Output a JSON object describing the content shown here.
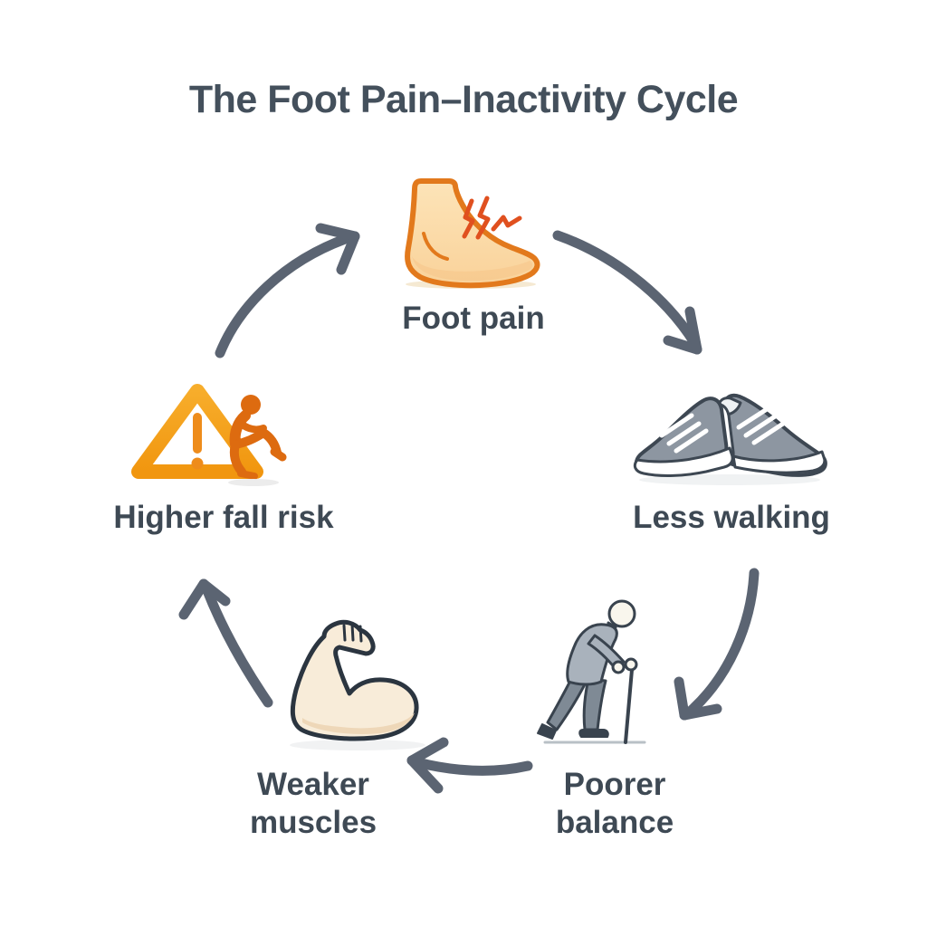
{
  "title": "The Foot Pain–Inactivity Cycle",
  "nodes": {
    "foot_pain": {
      "label": "Foot pain",
      "icon": "foot-icon"
    },
    "less_walking": {
      "label": "Less walking",
      "icon": "sneakers-icon"
    },
    "poorer_balance": {
      "label": "Poorer balance",
      "icon": "elderly-person-cane-icon"
    },
    "weaker_muscles": {
      "label": "Weaker muscles",
      "icon": "flexed-bicep-icon"
    },
    "higher_fall_risk": {
      "label": "Higher fall risk",
      "icon": "warning-fall-icon"
    }
  },
  "cycle_flow": [
    "Foot pain",
    "Less walking",
    "Poorer balance",
    "Weaker muscles",
    "Higher fall risk",
    "Foot pain"
  ],
  "colors": {
    "background": "#ffffff",
    "title_text": "#44505c",
    "label_text": "#3e4954",
    "arrow": "#5b6472",
    "foot_fill": "#fbdba6",
    "foot_shade": "#f6c488",
    "foot_outline": "#e2791c",
    "pain_marks": "#e0501f",
    "shoe_gray": "#8d96a1",
    "dark_outline": "#3d4752",
    "coat_gray": "#a9b2bc",
    "trouser_gray": "#7f8a95",
    "skin_pale": "#f8ecd9",
    "skin_shade": "#eed7b8",
    "warning_amber": "#f4a01f",
    "warning_exclamation": "#ee8c1b",
    "fall_person_orange": "#dd6b10"
  }
}
